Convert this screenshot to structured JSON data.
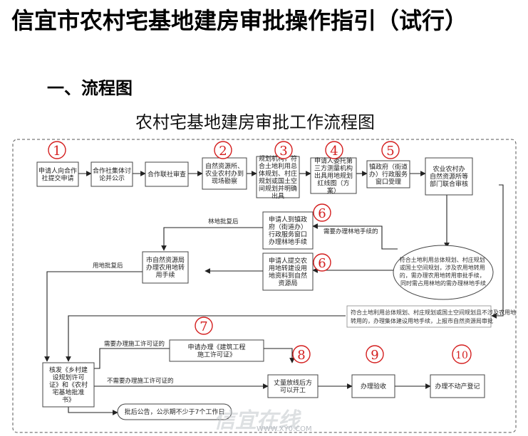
{
  "document": {
    "title": "信宜市农村宅基地建房审批操作指引（试行）",
    "section_heading": "一、流程图"
  },
  "flowchart": {
    "title": "农村宅基地建房审批工作流程图",
    "boxes": [
      {
        "id": "b1",
        "lines": [
          "申请人向合作",
          "社提交申请"
        ]
      },
      {
        "id": "b2",
        "lines": [
          "合作社集体讨",
          "论并公示"
        ]
      },
      {
        "id": "b3",
        "lines": [
          "合作联社审查"
        ]
      },
      {
        "id": "b4",
        "lines": [
          "自然资源所、",
          "农业农村办到",
          "现场勘察"
        ]
      },
      {
        "id": "b5",
        "lines": [
          "规划机构，符",
          "合土地利用总",
          "体规划、村庄",
          "规划或国土空",
          "间规划并明确",
          "出具"
        ]
      },
      {
        "id": "b6",
        "lines": [
          "申请人委托第",
          "三方测量机构",
          "出具用地规划",
          "红线图（方",
          "案）"
        ]
      },
      {
        "id": "b7",
        "lines": [
          "镇政府（街道",
          "办）行政服务",
          "窗口受理"
        ]
      },
      {
        "id": "b8",
        "lines": [
          "农业农村办",
          "自然资源所等",
          "部门联合审核"
        ]
      },
      {
        "id": "b9",
        "lines": [
          "申请人到镇政",
          "府（街道办）",
          "行政服务窗口",
          "办理林地手续"
        ]
      },
      {
        "id": "b10",
        "lines": [
          "申请人提交农",
          "用地转建设用",
          "地资料到自然",
          "资源局"
        ]
      },
      {
        "id": "b11",
        "lines": [
          "市自然资源局",
          "办理农用地转",
          "用手续"
        ]
      },
      {
        "id": "b12",
        "lines": [
          "核发《乡村建",
          "设规划许可",
          "证》和《农村",
          "宅基地批准",
          "书》"
        ]
      },
      {
        "id": "b13",
        "lines": [
          "申请办理《建筑工程",
          "施工许可证》"
        ]
      },
      {
        "id": "b14",
        "lines": [
          "丈量放线后方",
          "可以开工"
        ]
      },
      {
        "id": "b15",
        "lines": [
          "办理验收"
        ]
      },
      {
        "id": "b16",
        "lines": [
          "办理不动产登记"
        ]
      },
      {
        "id": "b17",
        "lines": [
          "批后公告，公示期不少于7个工作日"
        ]
      }
    ],
    "notes": {
      "forest": [
        "符合土地利用总体规划、村庄规划",
        "或国土空间规划，涉及农用地转用",
        "的，需办理农用地转用审批手续，",
        "同时需占用林地的需办理林地手续"
      ],
      "direct": [
        "符合土地利用总体规划、村庄规划或国土空间规划且不涉及农用地",
        "转用的，办理集体建设用地手续，上报市自然资源局审批"
      ]
    },
    "labels": {
      "need_forest": "需要办理林地手续的",
      "forest_approved": "林地批复后",
      "farmland_approved": "用地批复后",
      "need_construction_permit": "需要办理施工许可证的",
      "no_construction_permit": "不需要办理施工许可证的"
    },
    "step_numbers": [
      "1",
      "2",
      "3",
      "4",
      "5",
      "6",
      "6",
      "7",
      "8",
      "9",
      "10"
    ]
  },
  "watermark": {
    "text": "信宜在线",
    "url": "WWW.XY0.COM"
  }
}
